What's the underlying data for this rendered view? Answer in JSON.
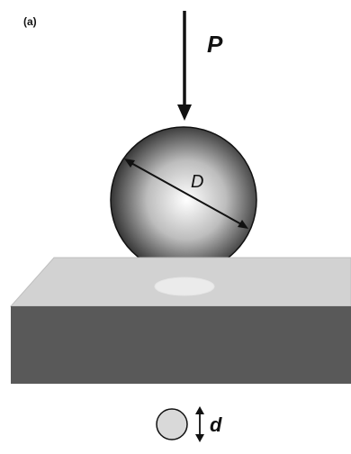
{
  "panel_label": "(a)",
  "load_label": "P",
  "diameter_label": "D",
  "indent_label": "d",
  "colors": {
    "arrow": "#111111",
    "sphere_light": "#ffffff",
    "sphere_dark": "#222222",
    "block_top": "#d2d2d2",
    "block_front": "#595959",
    "indent_fill": "#ebebeb",
    "indent_stroke": "#e0e0e0",
    "outline": "#111111"
  },
  "icons": [
    "down-arrow-icon",
    "sphere-icon",
    "diameter-arrow-icon",
    "indent-circle-icon",
    "double-arrow-icon"
  ]
}
